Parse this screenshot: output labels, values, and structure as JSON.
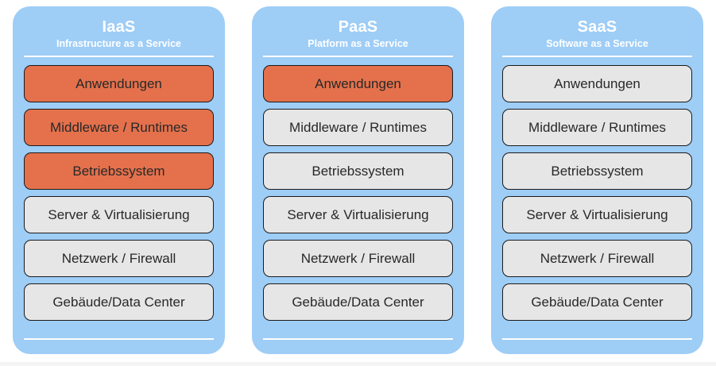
{
  "diagram": {
    "background_color": "#ffffff",
    "panel_color": "#9ECDF6",
    "highlight_color": "#E4714C",
    "neutral_color": "#E6E6E6",
    "panels": [
      {
        "title": "IaaS",
        "subtitle": "Infrastructure as a Service",
        "layers": [
          {
            "label": "Anwendungen",
            "managed": true
          },
          {
            "label": "Middleware / Runtimes",
            "managed": true
          },
          {
            "label": "Betriebssystem",
            "managed": true
          },
          {
            "label": "Server & Virtualisierung",
            "managed": false
          },
          {
            "label": "Netzwerk / Firewall",
            "managed": false
          },
          {
            "label": "Gebäude/Data Center",
            "managed": false
          }
        ]
      },
      {
        "title": "PaaS",
        "subtitle": "Platform as a Service",
        "layers": [
          {
            "label": "Anwendungen",
            "managed": true
          },
          {
            "label": "Middleware / Runtimes",
            "managed": false
          },
          {
            "label": "Betriebssystem",
            "managed": false
          },
          {
            "label": "Server & Virtualisierung",
            "managed": false
          },
          {
            "label": "Netzwerk / Firewall",
            "managed": false
          },
          {
            "label": "Gebäude/Data Center",
            "managed": false
          }
        ]
      },
      {
        "title": "SaaS",
        "subtitle": "Software as a Service",
        "layers": [
          {
            "label": "Anwendungen",
            "managed": false
          },
          {
            "label": "Middleware / Runtimes",
            "managed": false
          },
          {
            "label": "Betriebssystem",
            "managed": false
          },
          {
            "label": "Server & Virtualisierung",
            "managed": false
          },
          {
            "label": "Netzwerk / Firewall",
            "managed": false
          },
          {
            "label": "Gebäude/Data Center",
            "managed": false
          }
        ]
      }
    ]
  }
}
